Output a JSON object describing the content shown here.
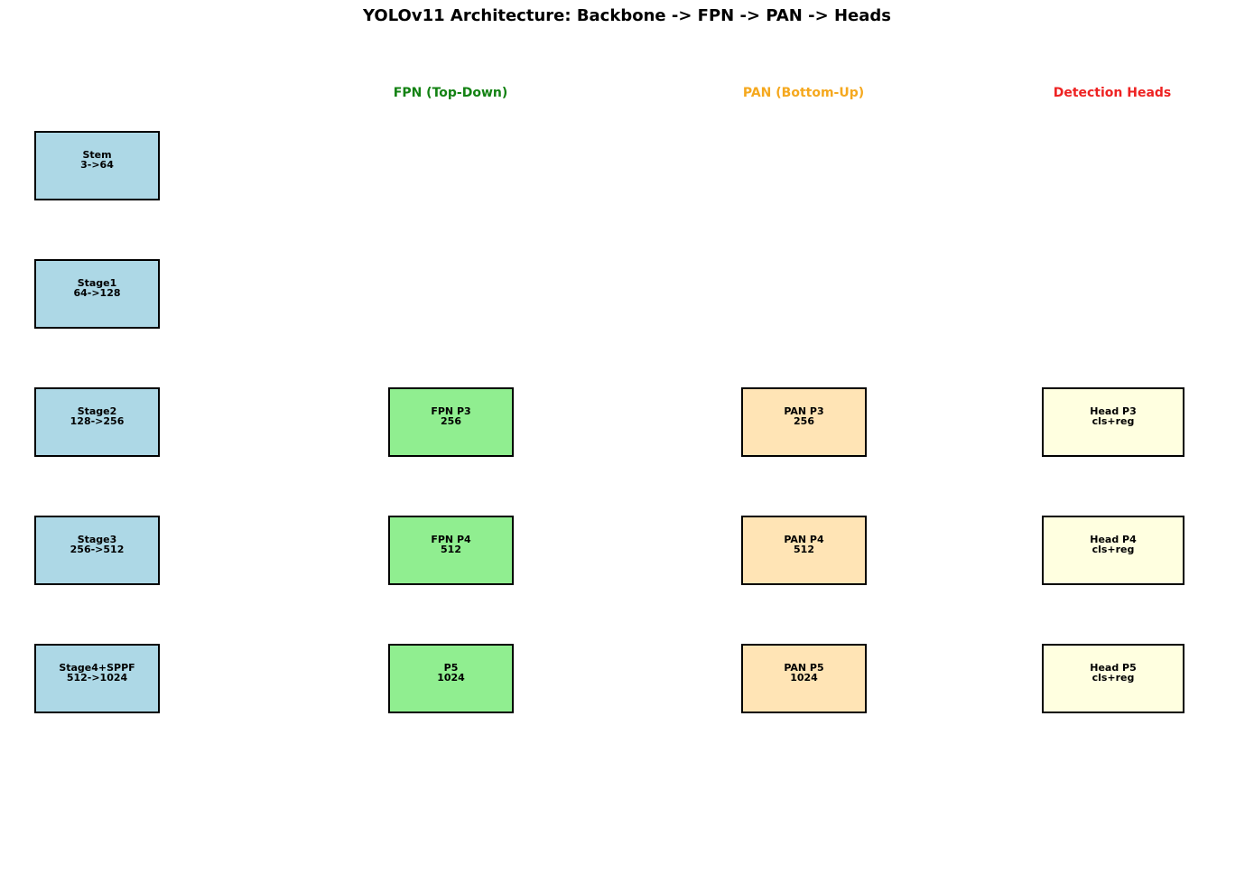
{
  "title": "YOLOv11 Architecture: Backbone -> FPN -> PAN -> Heads",
  "columns": {
    "fpn": {
      "header": "FPN (Top-Down)",
      "color": "#138213"
    },
    "pan": {
      "header": "PAN (Bottom-Up)",
      "color": "#f5a81e"
    },
    "heads": {
      "header": "Detection Heads",
      "color": "#ee2222"
    }
  },
  "colors": {
    "backbone_fill": "#add8e6",
    "fpn_fill": "#90ee90",
    "pan_fill": "#ffe4b5",
    "head_fill": "#ffffe0",
    "border": "#000000"
  },
  "backbone": [
    {
      "name": "Stem",
      "channels": "3->64"
    },
    {
      "name": "Stage1",
      "channels": "64->128"
    },
    {
      "name": "Stage2",
      "channels": "128->256"
    },
    {
      "name": "Stage3",
      "channels": "256->512"
    },
    {
      "name": "Stage4+SPPF",
      "channels": "512->1024"
    }
  ],
  "fpn": [
    {
      "name": "FPN P3",
      "channels": "256"
    },
    {
      "name": "FPN P4",
      "channels": "512"
    },
    {
      "name": "P5",
      "channels": "1024"
    }
  ],
  "pan": [
    {
      "name": "PAN P3",
      "channels": "256"
    },
    {
      "name": "PAN P4",
      "channels": "512"
    },
    {
      "name": "PAN P5",
      "channels": "1024"
    }
  ],
  "heads": [
    {
      "name": "Head P3",
      "output": "cls+reg"
    },
    {
      "name": "Head P4",
      "output": "cls+reg"
    },
    {
      "name": "Head P5",
      "output": "cls+reg"
    }
  ]
}
